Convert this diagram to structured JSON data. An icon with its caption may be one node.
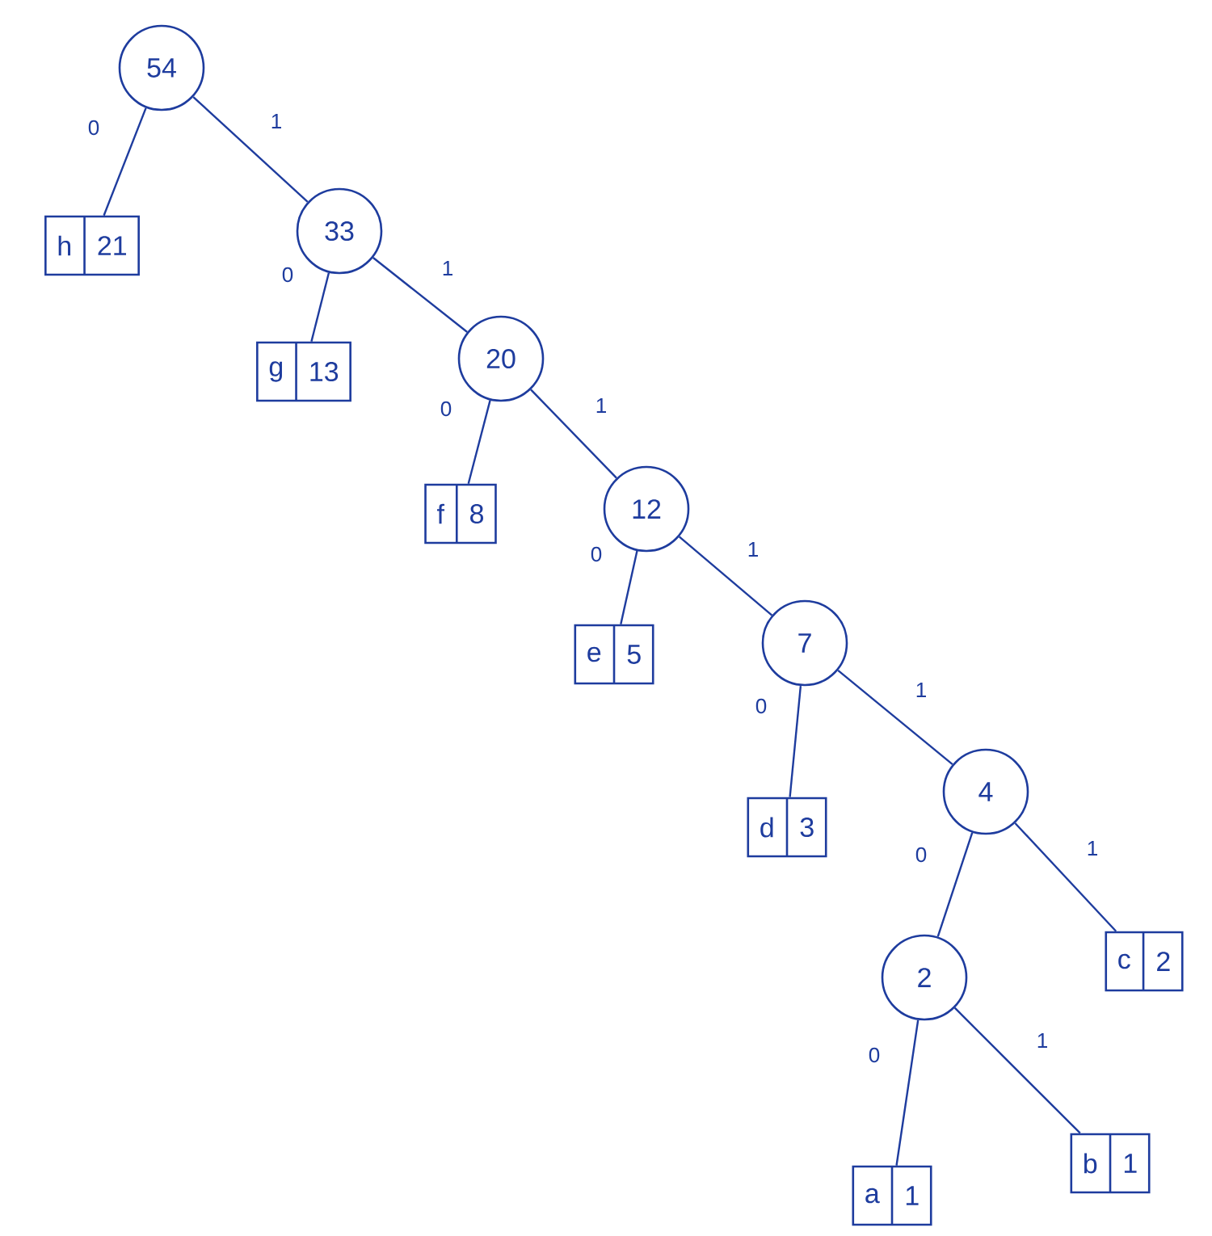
{
  "diagram": {
    "nodes": [
      {
        "text": [
          "54"
        ]
      },
      {
        "text": [
          "h",
          "21"
        ]
      },
      {
        "text": [
          "33"
        ]
      },
      {
        "text": [
          "g",
          "13"
        ]
      },
      {
        "text": [
          "20"
        ]
      },
      {
        "text": [
          "f",
          "8"
        ]
      },
      {
        "text": [
          "12"
        ]
      },
      {
        "text": [
          "e",
          "5"
        ]
      },
      {
        "text": [
          "7"
        ]
      },
      {
        "text": [
          "d",
          "3"
        ]
      },
      {
        "text": [
          "4"
        ]
      },
      {
        "text": [
          "2"
        ]
      },
      {
        "text": [
          "c",
          "2"
        ]
      },
      {
        "text": [
          "a",
          "1"
        ]
      },
      {
        "text": [
          "b",
          "1"
        ]
      }
    ],
    "edges": [
      {
        "from": 0,
        "to": 1,
        "arrow": "none",
        "label": "0"
      },
      {
        "from": 0,
        "to": 2,
        "arrow": "none",
        "label": "1"
      },
      {
        "from": 2,
        "to": 3,
        "arrow": "none",
        "label": "0"
      },
      {
        "from": 2,
        "to": 4,
        "arrow": "none",
        "label": "1"
      },
      {
        "from": 4,
        "to": 5,
        "arrow": "none",
        "label": "0"
      },
      {
        "from": 4,
        "to": 6,
        "arrow": "none",
        "label": "1"
      },
      {
        "from": 6,
        "to": 7,
        "arrow": "none",
        "label": "0"
      },
      {
        "from": 6,
        "to": 8,
        "arrow": "none",
        "label": "1"
      },
      {
        "from": 8,
        "to": 9,
        "arrow": "none",
        "label": "0"
      },
      {
        "from": 8,
        "to": 10,
        "arrow": "none",
        "label": "1"
      },
      {
        "from": 10,
        "to": 11,
        "arrow": "none",
        "label": "0"
      },
      {
        "from": 10,
        "to": 12,
        "arrow": "none",
        "label": "1"
      },
      {
        "from": 11,
        "to": 13,
        "arrow": "none",
        "label": "0"
      },
      {
        "from": 11,
        "to": 14,
        "arrow": "none",
        "label": "1"
      }
    ]
  }
}
